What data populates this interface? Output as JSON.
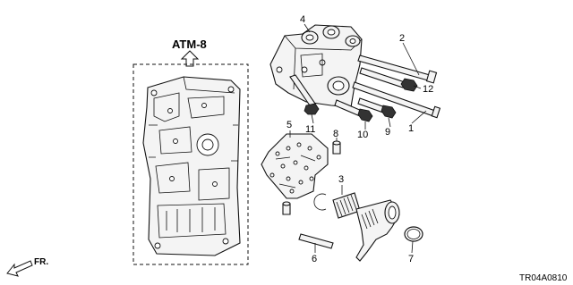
{
  "reference": {
    "text": "ATM-8"
  },
  "direction": {
    "text": "FR."
  },
  "diagram_code": "TR04A0810",
  "callouts": [
    {
      "id": "callout-1",
      "text": "1"
    },
    {
      "id": "callout-2",
      "text": "2"
    },
    {
      "id": "callout-3",
      "text": "3"
    },
    {
      "id": "callout-4",
      "text": "4"
    },
    {
      "id": "callout-5",
      "text": "5"
    },
    {
      "id": "callout-6",
      "text": "6"
    },
    {
      "id": "callout-7",
      "text": "7"
    },
    {
      "id": "callout-8",
      "text": "8"
    },
    {
      "id": "callout-9",
      "text": "9"
    },
    {
      "id": "callout-10",
      "text": "10"
    },
    {
      "id": "callout-11",
      "text": "11"
    },
    {
      "id": "callout-12",
      "text": "12"
    }
  ]
}
